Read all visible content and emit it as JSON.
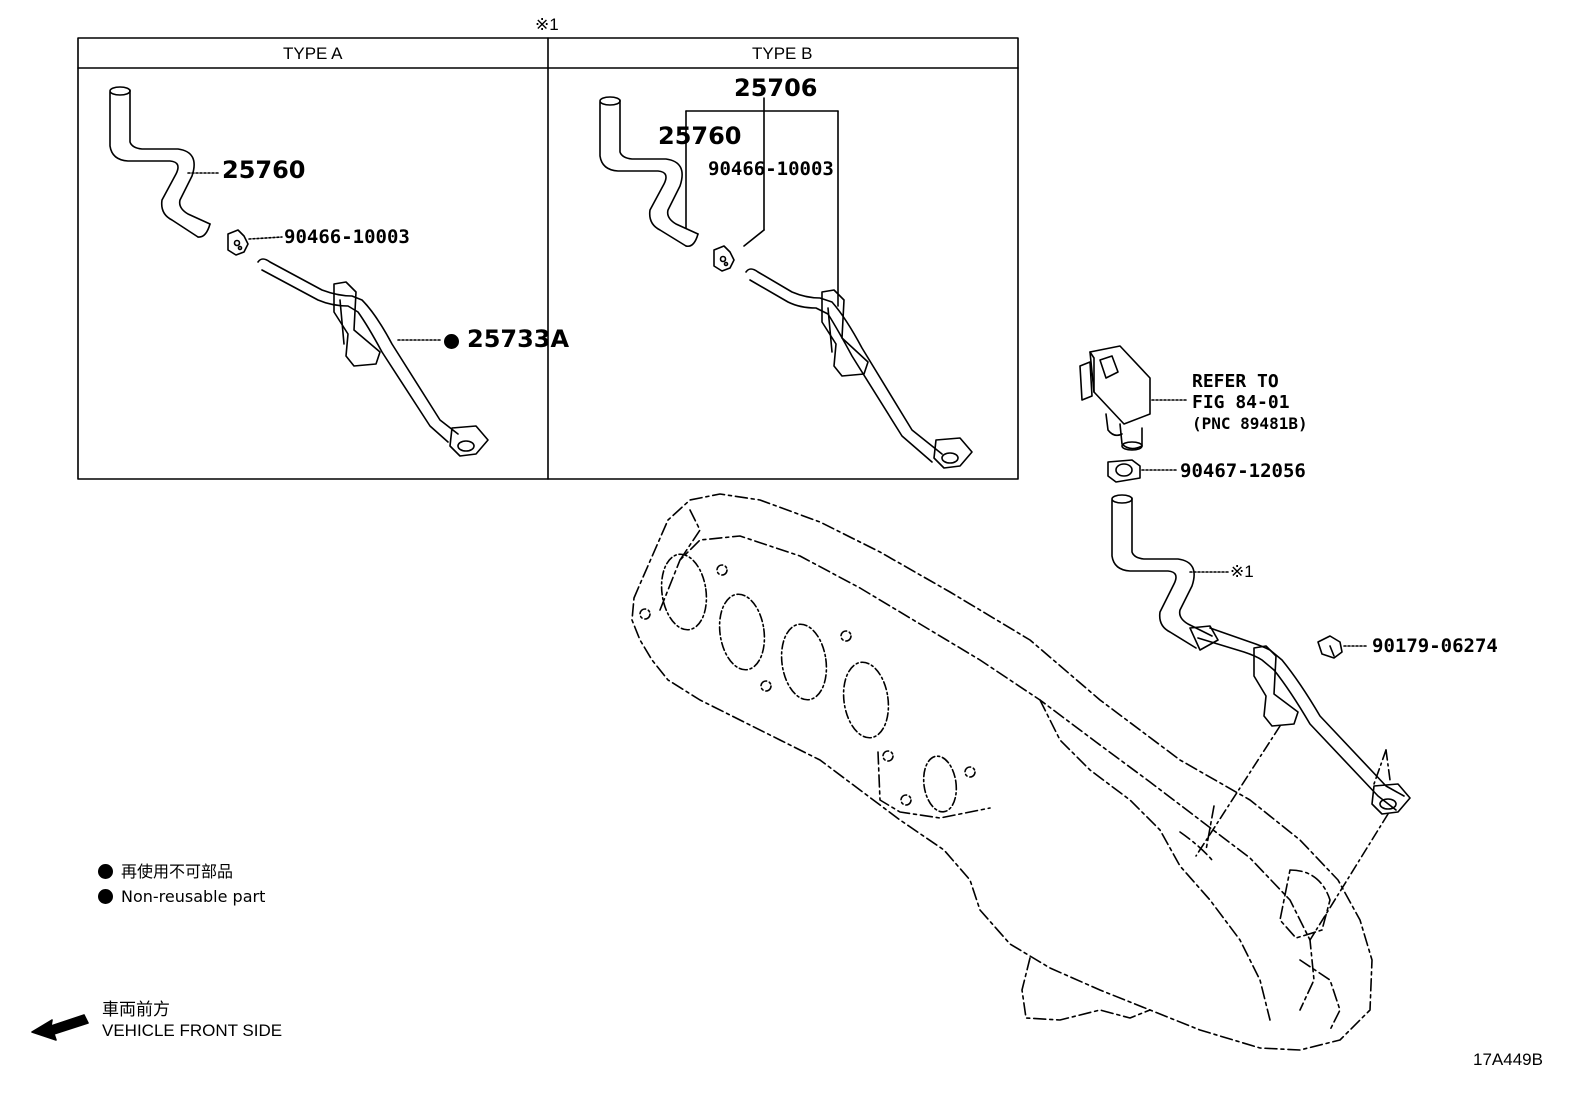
{
  "box": {
    "note_mark": "※1",
    "type_a_label": "TYPE A",
    "type_b_label": "TYPE B"
  },
  "parts": {
    "a_hose": "25760",
    "a_clip": "90466-10003",
    "a_pipe": "25733A",
    "b_assy": "25706",
    "b_hose": "25760",
    "b_clip": "90466-10003",
    "clamp": "90467-12056",
    "hose_note": "※1",
    "bolt": "90179-06274"
  },
  "refer": {
    "line1": "REFER TO",
    "line2": "FIG 84-01",
    "line3": "(PNC 89481B)"
  },
  "legend": {
    "jp": "再使用不可部品",
    "en": "Non-reusable part"
  },
  "front": {
    "jp": "車両前方",
    "en": "VEHICLE FRONT SIDE"
  },
  "figure_code": "17A449B"
}
